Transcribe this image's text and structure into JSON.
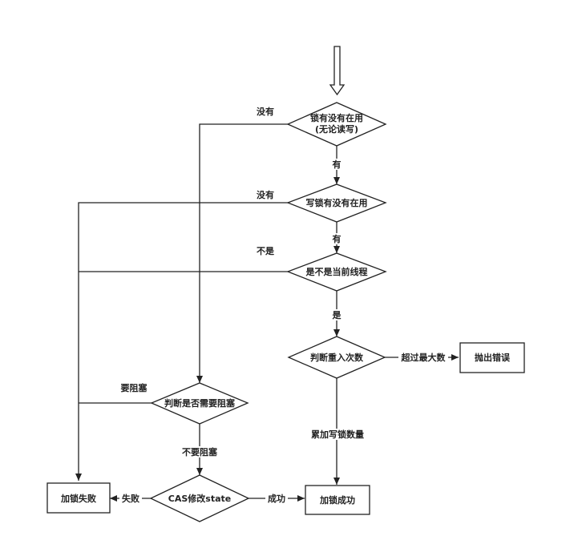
{
  "nodes": {
    "lock_in_use": {
      "line1": "锁有没有在用",
      "line2": "(无论读写)"
    },
    "write_lock_in_use": {
      "label": "写锁有没有在用"
    },
    "is_current_thread": {
      "label": "是不是当前线程"
    },
    "check_reentry": {
      "label": "判断重入次数"
    },
    "throw_error": {
      "label": "抛出错误"
    },
    "need_block": {
      "label": "判断是否需要阻塞"
    },
    "cas": {
      "label": "CAS修改state"
    },
    "lock_fail": {
      "label": "加锁失败"
    },
    "lock_success": {
      "label": "加锁成功"
    }
  },
  "edges": {
    "e1_no": "没有",
    "e1_yes": "有",
    "e2_no": "没有",
    "e2_yes": "有",
    "e3_no": "不是",
    "e3_yes": "是",
    "e4_exceed": "超过最大数",
    "e4_accumulate": "累加写锁数量",
    "e5_block": "要阻塞",
    "e5_noblock": "不要阻塞",
    "e6_fail": "失败",
    "e6_success": "成功"
  }
}
